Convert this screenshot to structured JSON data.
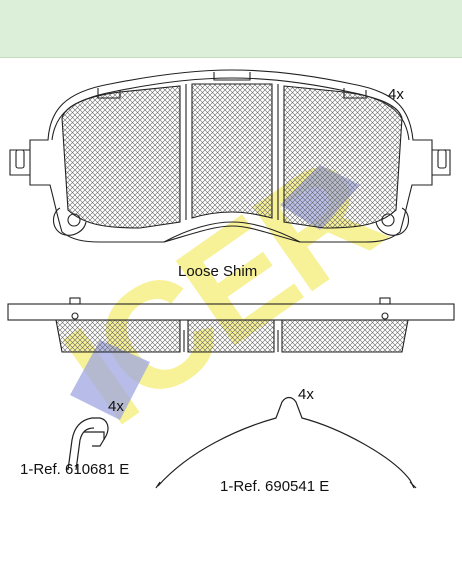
{
  "labels": {
    "qty_pad": "4x",
    "shim": "Loose Shim",
    "qty_clip": "4x",
    "qty_spring": "4x",
    "ref_clip": "1-Ref. 610681 E",
    "ref_spring": "1-Ref. 690541 E"
  },
  "watermark": {
    "text": "ICER",
    "color": "#f6ef86",
    "accent": "#8f97de"
  },
  "colors": {
    "header": "#dcf0d9",
    "line": "#222222",
    "hatch": "#666666"
  }
}
